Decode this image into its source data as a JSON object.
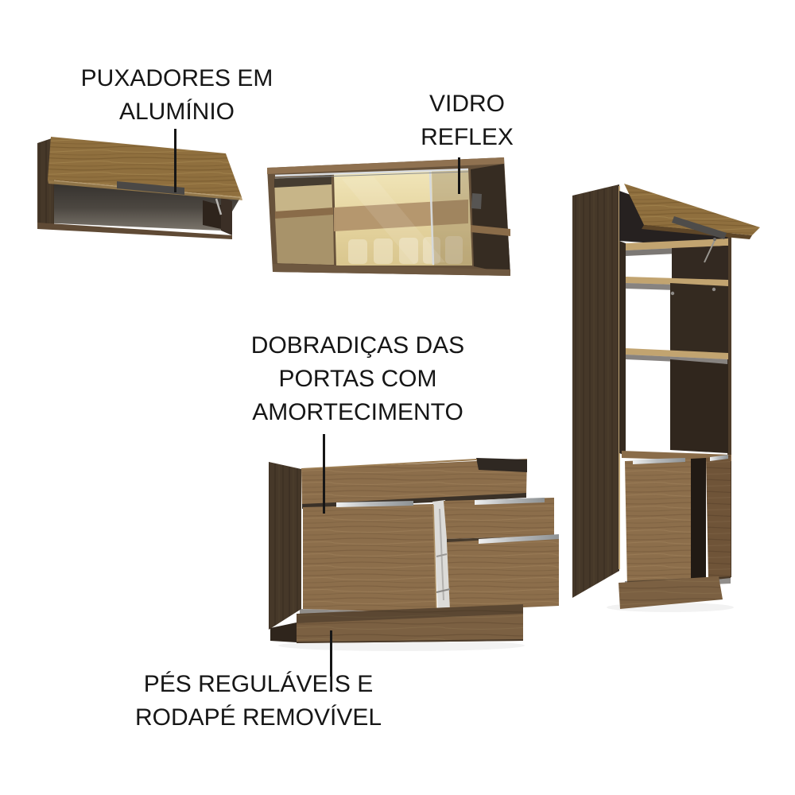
{
  "figure": {
    "kind": "annotated-product-image",
    "subject": "modular kitchen cabinet set (wood finish)"
  },
  "annotations": {
    "handles": {
      "lines": [
        "PUXADORES EM",
        "ALUMÍNIO"
      ]
    },
    "glass": {
      "lines": [
        "VIDRO",
        "REFLEX"
      ]
    },
    "hinges": {
      "lines": [
        "DOBRADIÇAS DAS",
        "PORTAS COM",
        "AMORTECIMENTO"
      ]
    },
    "feet": {
      "lines": [
        "PÉS REGULÁVEIS E",
        "RODAPÉ REMOVÍVEL"
      ]
    }
  },
  "palette": {
    "background": "#ffffff",
    "text": "#161616",
    "pointer_line": "#161616",
    "wood_gold": "#8f6f3e",
    "wood_mid": "#8c6e4b",
    "wood_dark_side": "#463829",
    "wood_toe_kick": "#7b6042",
    "shelf_light_wood": "#c2a470",
    "interior_dark": "#2e2721",
    "glass_reflex": "#e6d5a0",
    "glass_band": "#b2946b",
    "handle_aluminum": "#b9bcbe",
    "handle_profile_gray": "#4e4c4a"
  },
  "pieces": [
    {
      "id": "flip-door-wall-cabinet"
    },
    {
      "id": "glass-door-wall-cabinet"
    },
    {
      "id": "base-cabinet-with-drawers"
    },
    {
      "id": "tall-oven-cabinet"
    }
  ]
}
